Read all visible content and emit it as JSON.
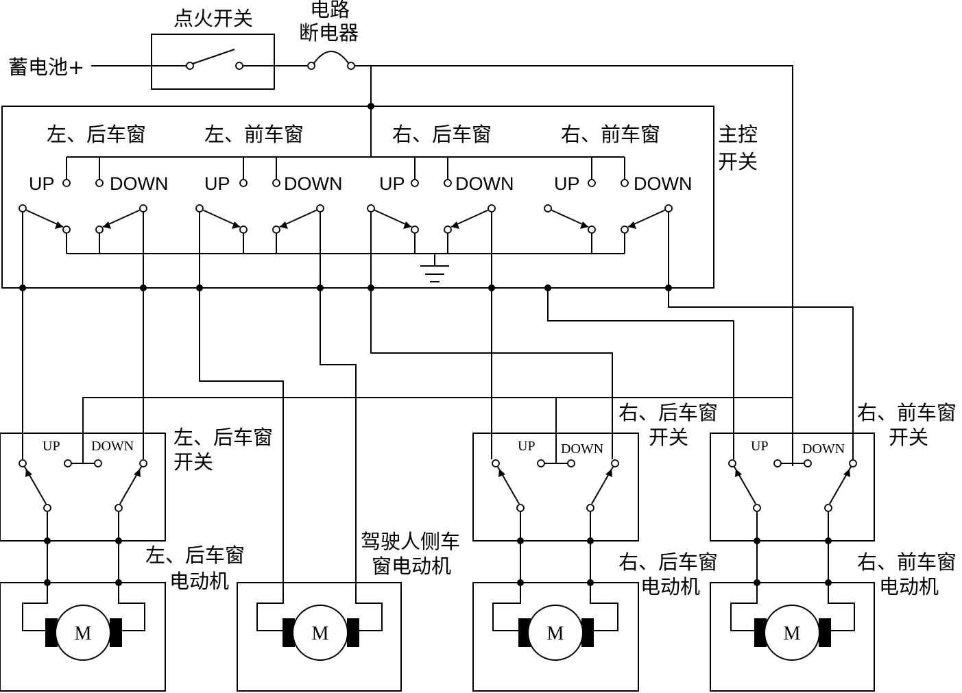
{
  "labels": {
    "battery": "蓄电池+",
    "ignition_switch": "点火开关",
    "breaker_line1": "电路",
    "breaker_line2": "断电器",
    "main_switch_line1": "主控",
    "main_switch_line2": "开关",
    "ground": ""
  },
  "main_groups": [
    {
      "title": "左、后车窗",
      "up": "UP",
      "down": "DOWN"
    },
    {
      "title": "左、前车窗",
      "up": "UP",
      "down": "DOWN"
    },
    {
      "title": "右、后车窗",
      "up": "UP",
      "down": "DOWN"
    },
    {
      "title": "右、前车窗",
      "up": "UP",
      "down": "DOWN"
    }
  ],
  "local_switches": [
    {
      "line1": "左、后车窗",
      "line2": "开关",
      "up": "UP",
      "down": "DOWN"
    },
    {
      "line1": "右、后车窗",
      "line2": "开关",
      "up": "UP",
      "down": "DOWN"
    },
    {
      "line1": "右、前车窗",
      "line2": "开关",
      "up": "UP",
      "down": "DOWN"
    }
  ],
  "motors": [
    {
      "line1": "左、后车窗",
      "line2": "电动机",
      "symbol": "M"
    },
    {
      "line1": "驾驶人侧车",
      "line2": "窗电动机",
      "symbol": "M"
    },
    {
      "line1": "右、后车窗",
      "line2": "电动机",
      "symbol": "M"
    },
    {
      "line1": "右、前车窗",
      "line2": "电动机",
      "symbol": "M"
    }
  ]
}
